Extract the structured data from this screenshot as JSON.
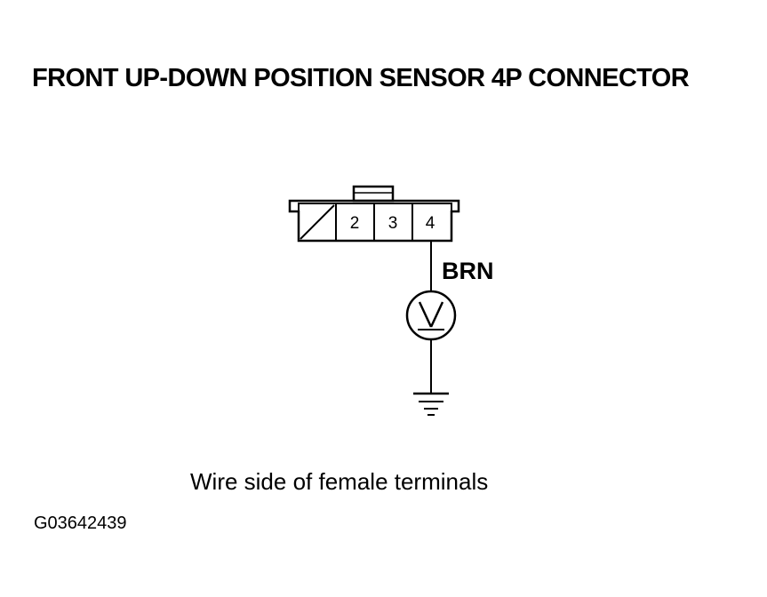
{
  "title": "FRONT UP-DOWN POSITION SENSOR 4P CONNECTOR",
  "connector": {
    "terminals": [
      "2",
      "3",
      "4"
    ]
  },
  "wire_color": "BRN",
  "caption": "Wire side of female terminals",
  "figure_id": "G03642439",
  "colors": {
    "line": "#000000",
    "background": "#ffffff"
  }
}
